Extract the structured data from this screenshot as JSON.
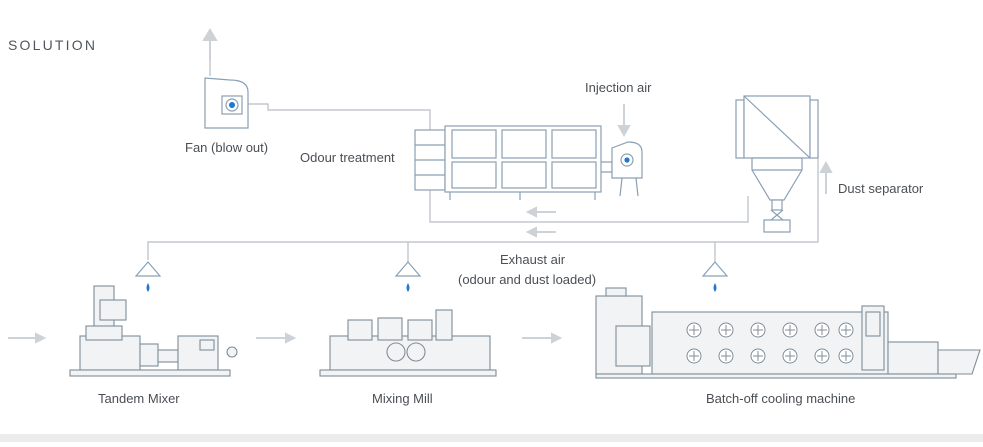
{
  "heading": "SOLUTION",
  "labels": {
    "fan": "Fan (blow out)",
    "odour_treatment": "Odour treatment",
    "injection_air": "Injection air",
    "dust_separator": "Dust separator",
    "exhaust_air_line1": "Exhaust air",
    "exhaust_air_line2": "(odour and dust loaded)",
    "tandem_mixer": "Tandem Mixer",
    "mixing_mill": "Mixing Mill",
    "batch_off": "Batch-off cooling machine"
  },
  "colors": {
    "equipment_line": "#8a9ba8",
    "machine_fill": "#f2f3f4",
    "duct_line": "#b8bec4",
    "arrow": "#cdd2d6",
    "accent_blue": "#1f78d1"
  }
}
